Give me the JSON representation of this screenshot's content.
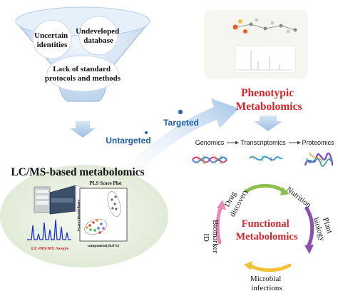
{
  "challenges": {
    "uncertain_line1": "Uncertain",
    "uncertain_line2": "identities",
    "database_line1": "Undeveloped",
    "database_line2": "database",
    "protocols_line1": "Lack of standard",
    "protocols_line2": "protocols and methods"
  },
  "lcms": {
    "title": "LC/MS-based metabolomics",
    "assays_label": "LC-MS/MS Assays",
    "pls_title": "PLS Score Plot",
    "pls_xlabel": "component(18.8%)",
    "pls_ylabel": "component(11.0%)"
  },
  "arrow": {
    "untargeted": "Untargeted",
    "targeted": "Targeted"
  },
  "phenotypic": {
    "line1": "Phenotypic",
    "line2": "Metabolomics"
  },
  "omics": {
    "genomics": "Genomics",
    "transcriptomics": "Transcriptomics",
    "proteomics": "Proteomics"
  },
  "functional": {
    "line1": "Functional",
    "line2": "Metabolomics",
    "drug_line1": "Drug",
    "drug_line2": "discovery",
    "nutrition": "Nutrition",
    "plant_line1": "Plant",
    "plant_line2": "biology",
    "microbial_line1": "Microbial",
    "microbial_line2": "infections",
    "biomarker_line1": "Biomarker",
    "biomarker_line2": "ID"
  },
  "colors": {
    "accent_red": "#d7262a",
    "arrow_blue": "#2f6fb0",
    "label_blue": "#1f5fa8",
    "funnel_blue": "#cfe0f2",
    "ellipse_green": "#e7efdf",
    "cycle_green": "#8cc04a",
    "cycle_purple": "#8a4fb0",
    "cycle_yellow": "#f2c13a"
  }
}
